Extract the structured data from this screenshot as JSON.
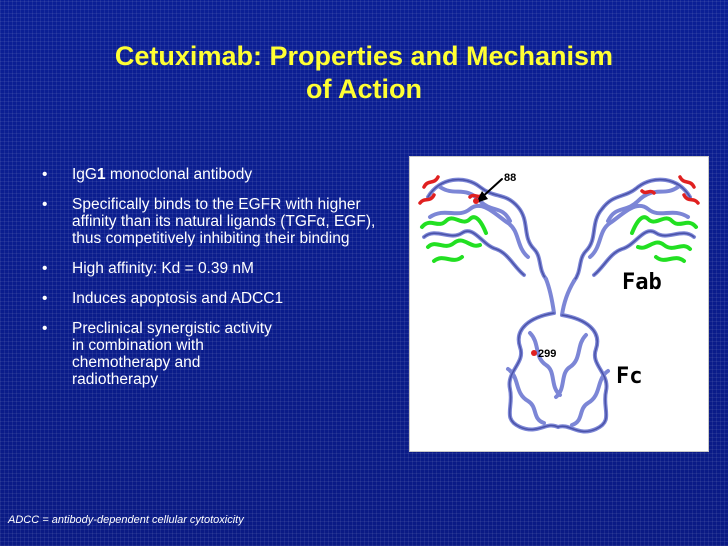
{
  "slide": {
    "title_line1": "Cetuximab: Properties and Mechanism",
    "title_line2": "of Action",
    "bullets": [
      {
        "text_prefix": "IgG",
        "text_bold": "1",
        "text_suffix": " monoclonal antibody"
      },
      {
        "text": "Specifically binds to the EGFR with higher affinity than its natural ligands (TGFα, EGF), thus competitively inhibiting their binding"
      },
      {
        "text": "High affinity: Kd = 0.39 nM"
      },
      {
        "text": "Induces apoptosis and ADCC1"
      },
      {
        "lines": [
          "Preclinical synergistic activity",
          "in combination with",
          "chemotherapy and",
          "radiotherapy"
        ]
      }
    ],
    "bullet_glyph": "•",
    "footnote": "ADCC = antibody-dependent cellular cytotoxicity"
  },
  "figure": {
    "labels": {
      "fab": "Fab",
      "fc": "Fc",
      "residue_88": "88",
      "residue_299": "299"
    },
    "colors": {
      "backbone": "#7c86d6",
      "backbone_dark": "#4a52a8",
      "cdr_green": "#22e022",
      "cdr_red": "#e02020",
      "arrow": "#000000"
    }
  },
  "colors": {
    "background": "#0a1c8c",
    "title": "#ffff33",
    "text": "#ffffff"
  }
}
